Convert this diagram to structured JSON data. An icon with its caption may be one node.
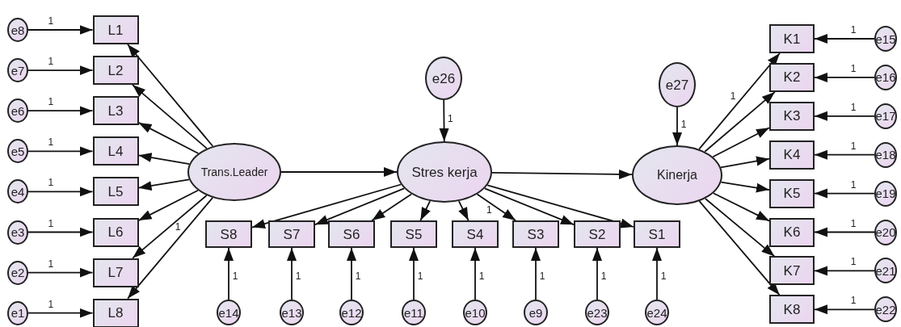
{
  "diagram": {
    "nodes": [
      {
        "text": [
          "e8"
        ]
      },
      {
        "text": [
          "e7"
        ]
      },
      {
        "text": [
          "e6"
        ]
      },
      {
        "text": [
          "e5"
        ]
      },
      {
        "text": [
          "e4"
        ]
      },
      {
        "text": [
          "e3"
        ]
      },
      {
        "text": [
          "e2"
        ]
      },
      {
        "text": [
          "e1"
        ]
      },
      {
        "text": [
          "L1"
        ]
      },
      {
        "text": [
          "L2"
        ]
      },
      {
        "text": [
          "L3"
        ]
      },
      {
        "text": [
          "L4"
        ]
      },
      {
        "text": [
          "L5"
        ]
      },
      {
        "text": [
          "L6"
        ]
      },
      {
        "text": [
          "L7"
        ]
      },
      {
        "text": [
          "L8"
        ]
      },
      {
        "text": [
          "Trans.Leader"
        ]
      },
      {
        "text": [
          "e26"
        ]
      },
      {
        "text": [
          "Stres kerja"
        ]
      },
      {
        "text": [
          "e27"
        ]
      },
      {
        "text": [
          "Kinerja"
        ]
      },
      {
        "text": [
          "K1"
        ]
      },
      {
        "text": [
          "K2"
        ]
      },
      {
        "text": [
          "K3"
        ]
      },
      {
        "text": [
          "K4"
        ]
      },
      {
        "text": [
          "K5"
        ]
      },
      {
        "text": [
          "K6"
        ]
      },
      {
        "text": [
          "K7"
        ]
      },
      {
        "text": [
          "K8"
        ]
      },
      {
        "text": [
          "e15"
        ]
      },
      {
        "text": [
          "e16"
        ]
      },
      {
        "text": [
          "e17"
        ]
      },
      {
        "text": [
          "e18"
        ]
      },
      {
        "text": [
          "e19"
        ]
      },
      {
        "text": [
          "e20"
        ]
      },
      {
        "text": [
          "e21"
        ]
      },
      {
        "text": [
          "e22"
        ]
      },
      {
        "text": [
          "S8"
        ]
      },
      {
        "text": [
          "S7"
        ]
      },
      {
        "text": [
          "S6"
        ]
      },
      {
        "text": [
          "S5"
        ]
      },
      {
        "text": [
          "S4"
        ]
      },
      {
        "text": [
          "S3"
        ]
      },
      {
        "text": [
          "S2"
        ]
      },
      {
        "text": [
          "S1"
        ]
      },
      {
        "text": [
          "e14"
        ]
      },
      {
        "text": [
          "e13"
        ]
      },
      {
        "text": [
          "e12"
        ]
      },
      {
        "text": [
          "e11"
        ]
      },
      {
        "text": [
          "e10"
        ]
      },
      {
        "text": [
          "e9"
        ]
      },
      {
        "text": [
          "e23"
        ]
      },
      {
        "text": [
          "e24"
        ]
      }
    ],
    "edges": [
      {
        "from": 0,
        "to": 8,
        "arrow": "to",
        "label": "1"
      },
      {
        "from": 1,
        "to": 9,
        "arrow": "to",
        "label": "1"
      },
      {
        "from": 2,
        "to": 10,
        "arrow": "to",
        "label": "1"
      },
      {
        "from": 3,
        "to": 11,
        "arrow": "to",
        "label": "1"
      },
      {
        "from": 4,
        "to": 12,
        "arrow": "to",
        "label": "1"
      },
      {
        "from": 5,
        "to": 13,
        "arrow": "to",
        "label": "1"
      },
      {
        "from": 6,
        "to": 14,
        "arrow": "to",
        "label": "1"
      },
      {
        "from": 7,
        "to": 15,
        "arrow": "to",
        "label": "1"
      },
      {
        "from": 16,
        "to": 8,
        "arrow": "to"
      },
      {
        "from": 16,
        "to": 9,
        "arrow": "to"
      },
      {
        "from": 16,
        "to": 10,
        "arrow": "to"
      },
      {
        "from": 16,
        "to": 11,
        "arrow": "to"
      },
      {
        "from": 16,
        "to": 12,
        "arrow": "to"
      },
      {
        "from": 16,
        "to": 13,
        "arrow": "to"
      },
      {
        "from": 16,
        "to": 14,
        "arrow": "to",
        "label": "1"
      },
      {
        "from": 16,
        "to": 15,
        "arrow": "to"
      },
      {
        "from": 16,
        "to": 18,
        "arrow": "to"
      },
      {
        "from": 17,
        "to": 18,
        "arrow": "to",
        "label": "1"
      },
      {
        "from": 18,
        "to": 20,
        "arrow": "to"
      },
      {
        "from": 19,
        "to": 20,
        "arrow": "to",
        "label": "1"
      },
      {
        "from": 20,
        "to": 21,
        "arrow": "to",
        "label": "1"
      },
      {
        "from": 20,
        "to": 22,
        "arrow": "to"
      },
      {
        "from": 20,
        "to": 23,
        "arrow": "to"
      },
      {
        "from": 20,
        "to": 24,
        "arrow": "to"
      },
      {
        "from": 20,
        "to": 25,
        "arrow": "to"
      },
      {
        "from": 20,
        "to": 26,
        "arrow": "to"
      },
      {
        "from": 20,
        "to": 27,
        "arrow": "to"
      },
      {
        "from": 20,
        "to": 28,
        "arrow": "to"
      },
      {
        "from": 29,
        "to": 21,
        "arrow": "to",
        "label": "1"
      },
      {
        "from": 30,
        "to": 22,
        "arrow": "to",
        "label": "1"
      },
      {
        "from": 31,
        "to": 23,
        "arrow": "to",
        "label": "1"
      },
      {
        "from": 32,
        "to": 24,
        "arrow": "to",
        "label": "1"
      },
      {
        "from": 33,
        "to": 25,
        "arrow": "to",
        "label": "1"
      },
      {
        "from": 34,
        "to": 26,
        "arrow": "to",
        "label": "1"
      },
      {
        "from": 35,
        "to": 27,
        "arrow": "to",
        "label": "1"
      },
      {
        "from": 36,
        "to": 28,
        "arrow": "to",
        "label": "1"
      },
      {
        "from": 18,
        "to": 37,
        "arrow": "to"
      },
      {
        "from": 18,
        "to": 38,
        "arrow": "to"
      },
      {
        "from": 18,
        "to": 39,
        "arrow": "to"
      },
      {
        "from": 18,
        "to": 40,
        "arrow": "to"
      },
      {
        "from": 18,
        "to": 41,
        "arrow": "to"
      },
      {
        "from": 18,
        "to": 42,
        "arrow": "to",
        "label": "1"
      },
      {
        "from": 18,
        "to": 43,
        "arrow": "to"
      },
      {
        "from": 18,
        "to": 44,
        "arrow": "to"
      },
      {
        "from": 45,
        "to": 37,
        "arrow": "to",
        "label": "1"
      },
      {
        "from": 46,
        "to": 38,
        "arrow": "to",
        "label": "1"
      },
      {
        "from": 47,
        "to": 39,
        "arrow": "to",
        "label": "1"
      },
      {
        "from": 48,
        "to": 40,
        "arrow": "to",
        "label": "1"
      },
      {
        "from": 49,
        "to": 41,
        "arrow": "to",
        "label": "1"
      },
      {
        "from": 50,
        "to": 42,
        "arrow": "to",
        "label": "1"
      },
      {
        "from": 51,
        "to": 43,
        "arrow": "to",
        "label": "1"
      },
      {
        "from": 52,
        "to": 44,
        "arrow": "to",
        "label": "1"
      }
    ]
  }
}
